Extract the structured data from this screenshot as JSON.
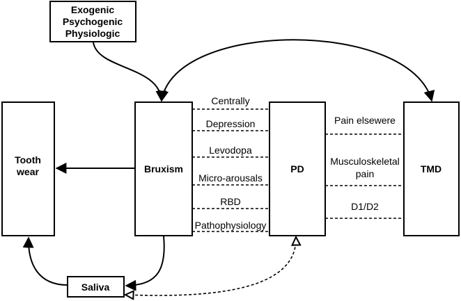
{
  "nodes": {
    "factors": {
      "lines": [
        "Exogenic",
        "Psychogenic",
        "Physiologic"
      ]
    },
    "tooth_wear": {
      "lines": [
        "Tooth",
        "wear"
      ]
    },
    "bruxism": {
      "label": "Bruxism"
    },
    "pd": {
      "label": "PD"
    },
    "tmd": {
      "label": "TMD"
    },
    "saliva": {
      "label": "Saliva"
    }
  },
  "links_bruxism_pd": [
    "Centrally",
    "Depression",
    "Levodopa",
    "Micro-arousals",
    "RBD",
    "Pathophysiology"
  ],
  "links_pd_tmd": {
    "pain_elsewhere": "Pain elsewere",
    "musculoskeletal": [
      "Musculoskeletal",
      "pain"
    ],
    "d1d2": "D1/D2"
  }
}
